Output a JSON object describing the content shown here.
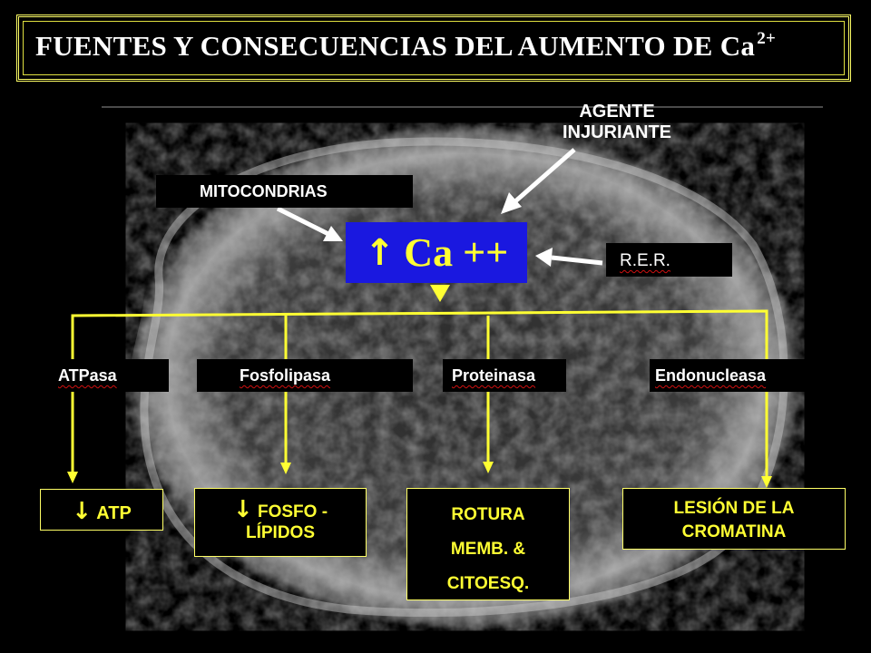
{
  "title": {
    "main": "FUENTES Y CONSECUENCIAS DEL AUMENTO DE Ca",
    "superscript": "2+"
  },
  "center": {
    "arrow": "↑",
    "label": "Ca ++"
  },
  "sources": {
    "agente_line1": "AGENTE",
    "agente_line2": "INJURIANTE",
    "mitocondrias": "MITOCONDRIAS",
    "rer": "R.E.R."
  },
  "enzymes": [
    "ATPasa",
    "Fosfolipasa",
    "Proteinasa",
    "Endonucleasa"
  ],
  "results": {
    "atp": {
      "arrow": "↓",
      "text": "ATP"
    },
    "fosfo": {
      "arrow": "↓",
      "line1": "FOSFO -",
      "line2": "LÍPIDOS"
    },
    "rotura": {
      "line1": "ROTURA",
      "line2": "MEMB. &",
      "line3": "CITOESQ."
    },
    "lesion": {
      "line1": "LESIÓN DE LA",
      "line2": "CROMATINA"
    }
  },
  "colors": {
    "yellow": "#ffff33",
    "ca_box": "#1a18e0",
    "background": "#000000"
  }
}
